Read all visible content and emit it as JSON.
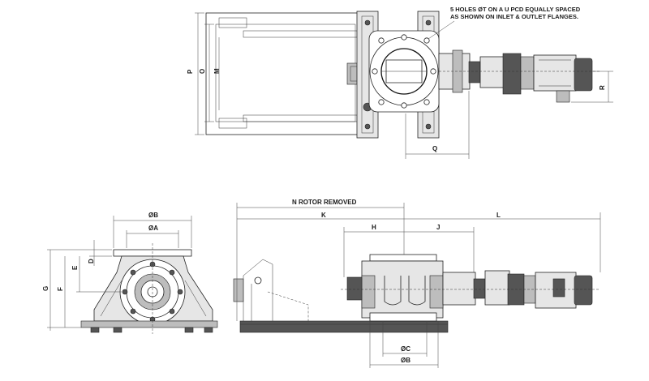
{
  "note": {
    "line1": "5 HOLES ØT ON A U PCD EQUALLY SPACED",
    "line2": "AS SHOWN ON INLET & OUTLET FLANGES."
  },
  "dims": {
    "P": "P",
    "O": "O",
    "M": "M",
    "Q": "Q",
    "R": "R",
    "N": "N ROTOR REMOVED",
    "K": "K",
    "H": "H",
    "J": "J",
    "L": "L",
    "B_top": "ØB",
    "A": "ØA",
    "D": "D",
    "E": "E",
    "F": "F",
    "G": "G",
    "C": "ØC",
    "B_bottom": "ØB"
  }
}
